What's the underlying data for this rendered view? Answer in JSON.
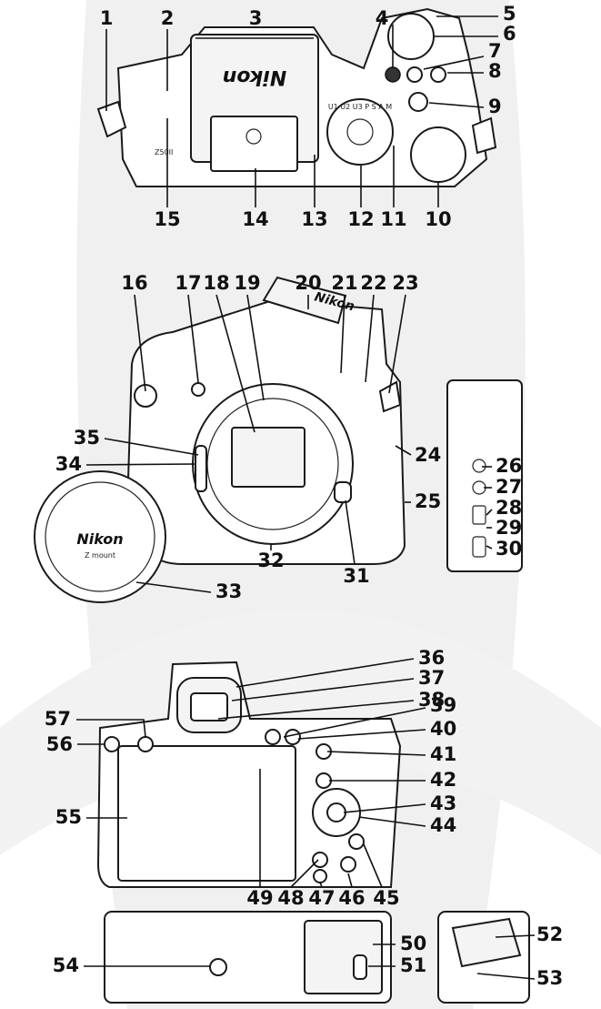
{
  "diagram": {
    "background_color": "#ffffff",
    "watermark_color": "#ececec",
    "ink_color": "#111111",
    "brand_text": "Nikon",
    "model_text": "Z50II",
    "mount_text": "Z mount",
    "dial_text": "U1 U2 U3 P S A M",
    "labels": [
      "1",
      "2",
      "3",
      "4",
      "5",
      "6",
      "7",
      "8",
      "9",
      "10",
      "11",
      "12",
      "13",
      "14",
      "15",
      "16",
      "17",
      "18",
      "19",
      "20",
      "21",
      "22",
      "23",
      "24",
      "25",
      "26",
      "27",
      "28",
      "29",
      "30",
      "31",
      "32",
      "33",
      "34",
      "35",
      "36",
      "37",
      "38",
      "39",
      "40",
      "41",
      "42",
      "43",
      "44",
      "45",
      "46",
      "47",
      "48",
      "49",
      "50",
      "51",
      "52",
      "53",
      "54",
      "55",
      "56",
      "57"
    ]
  }
}
